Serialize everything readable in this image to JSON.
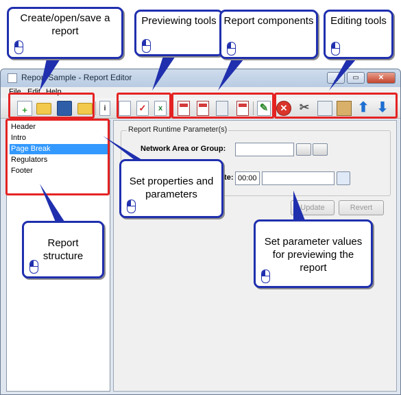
{
  "window": {
    "title": "Report Sample - Report Editor",
    "minimize": "_",
    "maximize": "▭",
    "close": "✕"
  },
  "menu": {
    "file": "File",
    "edit": "Edit",
    "help": "Help"
  },
  "toolbar": {
    "buttons": [
      {
        "name": "new-report-button",
        "icon": "new-document-icon"
      },
      {
        "name": "open-report-button",
        "icon": "open-folder-icon"
      },
      {
        "name": "save-report-button",
        "icon": "floppy-disk-icon"
      },
      {
        "name": "save-as-folder-button",
        "icon": "folder-icon"
      },
      {
        "name": "properties-button",
        "icon": "info-document-icon"
      },
      {
        "name": "preview-button",
        "icon": "document-icon"
      },
      {
        "name": "export-pdf-button",
        "icon": "pdf-icon"
      },
      {
        "name": "export-excel-button",
        "icon": "excel-icon"
      },
      {
        "name": "add-header-button",
        "icon": "header-component-icon"
      },
      {
        "name": "add-page-break-button",
        "icon": "page-break-icon"
      },
      {
        "name": "add-regulators-button",
        "icon": "regulator-component-icon"
      },
      {
        "name": "add-footer-button",
        "icon": "footer-component-icon"
      },
      {
        "name": "edit-button",
        "icon": "pencil-icon"
      },
      {
        "name": "delete-button",
        "icon": "delete-icon"
      },
      {
        "name": "cut-button",
        "icon": "scissors-icon"
      },
      {
        "name": "copy-button",
        "icon": "copy-icon"
      },
      {
        "name": "paste-button",
        "icon": "clipboard-icon"
      },
      {
        "name": "move-up-button",
        "icon": "arrow-up-icon"
      },
      {
        "name": "move-down-button",
        "icon": "arrow-down-icon"
      }
    ]
  },
  "tree": {
    "items": [
      "Header",
      "Intro",
      "Page Break",
      "Regulators",
      "Footer"
    ],
    "selected": "Page Break"
  },
  "panel": {
    "group_title": "Report Runtime Parameter(s)",
    "network_label": "Network Area or Group:",
    "network_value": "",
    "date_label": "Date:",
    "time_value": "00:00",
    "date_value": "",
    "update_label": "Update",
    "revert_label": "Revert"
  },
  "callouts": {
    "create": "Create/open/save a report",
    "previewing": "Previewing tools",
    "components": "Report components",
    "editing": "Editing tools",
    "properties": "Set properties and parameters",
    "structure": "Report structure",
    "values": "Set parameter values for previewing the report"
  },
  "colors": {
    "callout_border": "#1f2fae",
    "highlight_red": "#e52222",
    "selection": "#3399ff"
  }
}
